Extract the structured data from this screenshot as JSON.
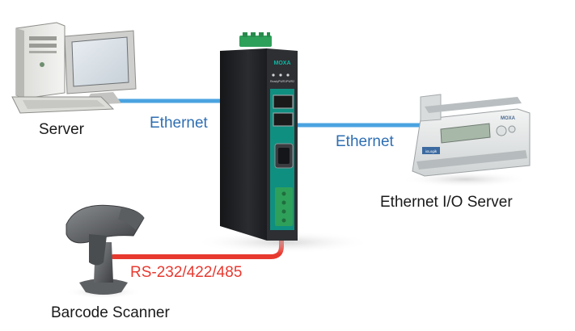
{
  "labels": {
    "server": "Server",
    "ethernet_left": "Ethernet",
    "ethernet_right": "Ethernet",
    "serial": "RS-232/422/485",
    "io_server": "Ethernet I/O Server",
    "scanner": "Barcode Scanner"
  },
  "device": {
    "brand": "MOXA",
    "led_labels": [
      "Ready",
      "PWR1",
      "PWR2"
    ]
  },
  "io_device": {
    "brand": "MOXA",
    "badge": "ioLogik"
  },
  "colors": {
    "ethernet_cable": "#4aa3e0",
    "serial_cable": "#e8392f",
    "ethernet_text": "#2f6fb3",
    "serial_text": "#e8392f",
    "device_body": "#1e1f22",
    "device_panel": "#0f8f80",
    "connector_green": "#2fa05a"
  }
}
